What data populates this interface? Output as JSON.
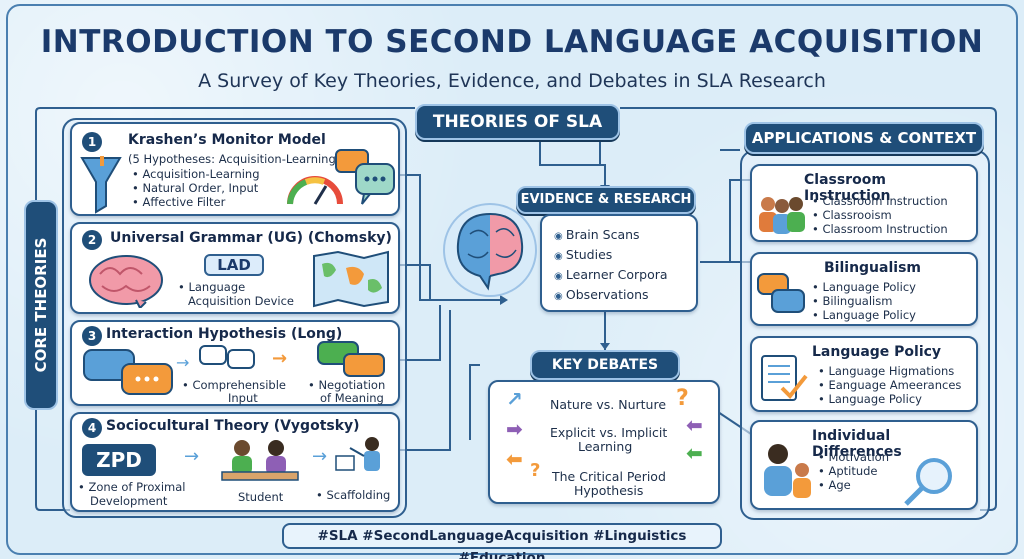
{
  "header": {
    "title": "INTRODUCTION TO SECOND LANGUAGE ACQUISITION",
    "subtitle": "A Survey of Key Theories, Evidence, and Debates in SLA Research"
  },
  "theories_label": "THEORIES OF SLA",
  "core_label": "CORE THEORIES",
  "core": [
    {
      "num": "1",
      "title": "Krashen’s Monitor Model",
      "lines": [
        "(5 Hypotheses: Acquisition-Learning",
        "Acquisition-Learning",
        "Natural Order, Input",
        "Affective Filter"
      ]
    },
    {
      "num": "2",
      "title": "Universal Grammar (UG) (Chomsky)",
      "badge": "LAD",
      "lines": [
        "Language",
        "Acquisition Device"
      ]
    },
    {
      "num": "3",
      "title": "Interaction Hypothesis (Long)",
      "lines": [
        "Comprehensible",
        "Input",
        "Negotiation",
        "of Meaning"
      ]
    },
    {
      "num": "4",
      "title": "Sociocultural Theory (Vygotsky)",
      "badge": "ZPD",
      "lines": [
        "Zone of Proximal",
        "Development",
        "Student",
        "Scaffolding"
      ]
    }
  ],
  "evidence": {
    "label": "EVIDENCE & RESEARCH",
    "items": [
      "Brain Scans",
      "Studies",
      "Learner Corpora",
      "Observations"
    ]
  },
  "debates": {
    "label": "KEY DEBATES",
    "items": [
      "Nature vs. Nurture",
      "Explicit vs. Implicit",
      "Learning",
      "The Critical Period",
      "Hypothesis"
    ]
  },
  "applications": {
    "label": "APPLICATIONS & CONTEXT",
    "cards": [
      {
        "title": "Classroom Instruction",
        "items": [
          "Classroom Instruction",
          "Classrooism",
          "Classroom Instruction"
        ]
      },
      {
        "title": "Bilingualism",
        "items": [
          "Language Policy",
          "Bilingualism",
          "Language Policy"
        ]
      },
      {
        "title": "Language Policy",
        "items": [
          "Language Higmations",
          "Eanguage Ameerances",
          "Language Policy"
        ]
      },
      {
        "title": "Individual Differences",
        "items": [
          "Motivation",
          "Aptitude",
          "Age"
        ]
      }
    ]
  },
  "footer": {
    "hashtags": "#SLA #SecondLanguageAcquisition #Linguistics #Education"
  },
  "colors": {
    "navy": "#1f4e79",
    "background": "#dcedf8",
    "accent_orange": "#f39a3b",
    "accent_purple": "#8e5fb5"
  }
}
